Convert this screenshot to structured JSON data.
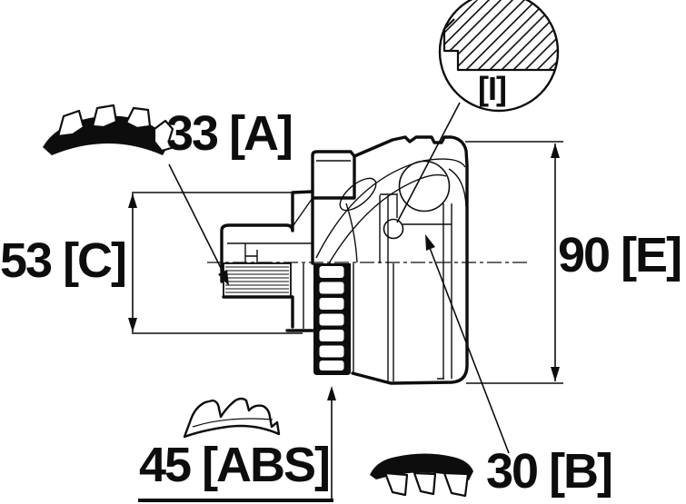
{
  "diagram": {
    "type": "cv-joint-cross-section-technical-drawing",
    "background": "#ffffff",
    "line_color": "#0d0d0d",
    "labels": {
      "outer_spline_count": "33 [A]",
      "boot_diameter": "53 [C]",
      "body_diameter": "90 [E]",
      "detail_marker": "[I]",
      "abs_ring_teeth": "45 [ABS]",
      "inner_spline_count": "30 [B]"
    },
    "icons": {
      "a": "external-spline-profile-icon",
      "abs": "abs-ring-spline-profile-icon",
      "b": "internal-spline-profile-icon"
    }
  }
}
